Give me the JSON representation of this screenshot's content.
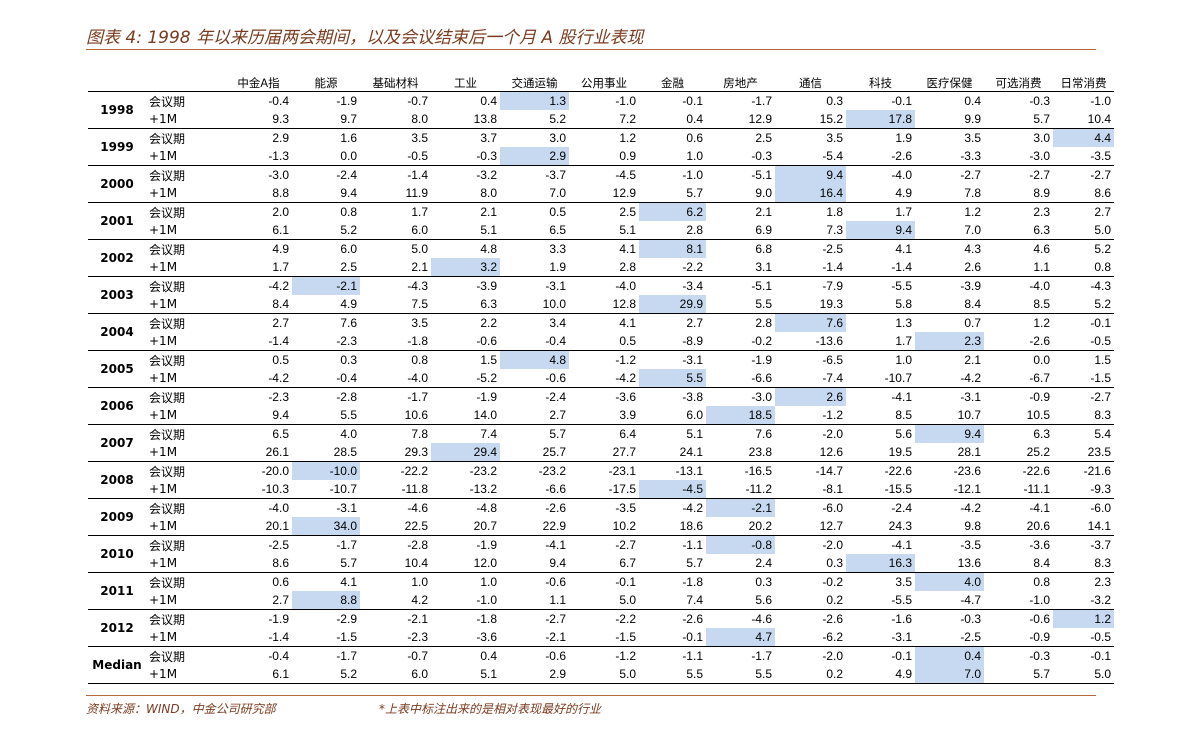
{
  "title": "图表 4: 1998 年以来历届两会期间，以及会议结束后一个月 A 股行业表现",
  "columns": [
    "中金A指",
    "能源",
    "基础材料",
    "工业",
    "交通运输",
    "公用事业",
    "金融",
    "房地产",
    "通信",
    "科技",
    "医疗保健",
    "可选消费",
    "日常消费"
  ],
  "highlight_color": "#c6d9f1",
  "rows": [
    {
      "year": "1998",
      "rows": [
        {
          "label": "会议期",
          "values": [
            "-0.4",
            "-1.9",
            "-0.7",
            "0.4",
            "1.3",
            "-1.0",
            "-0.1",
            "-1.7",
            "0.3",
            "-0.1",
            "0.4",
            "-0.3",
            "-1.0"
          ],
          "hl": 4
        },
        {
          "label": "+1M",
          "values": [
            "9.3",
            "9.7",
            "8.0",
            "13.8",
            "5.2",
            "7.2",
            "0.4",
            "12.9",
            "15.2",
            "17.8",
            "9.9",
            "5.7",
            "10.4"
          ],
          "hl": 9
        }
      ]
    },
    {
      "year": "1999",
      "rows": [
        {
          "label": "会议期",
          "values": [
            "2.9",
            "1.6",
            "3.5",
            "3.7",
            "3.0",
            "1.2",
            "0.6",
            "2.5",
            "3.5",
            "1.9",
            "3.5",
            "3.0",
            "4.4"
          ],
          "hl": 12
        },
        {
          "label": "+1M",
          "values": [
            "-1.3",
            "0.0",
            "-0.5",
            "-0.3",
            "2.9",
            "0.9",
            "1.0",
            "-0.3",
            "-5.4",
            "-2.6",
            "-3.3",
            "-3.0",
            "-3.5"
          ],
          "hl": 4
        }
      ]
    },
    {
      "year": "2000",
      "rows": [
        {
          "label": "会议期",
          "values": [
            "-3.0",
            "-2.4",
            "-1.4",
            "-3.2",
            "-3.7",
            "-4.5",
            "-1.0",
            "-5.1",
            "9.4",
            "-4.0",
            "-2.7",
            "-2.7",
            "-2.7"
          ],
          "hl": 8
        },
        {
          "label": "+1M",
          "values": [
            "8.8",
            "9.4",
            "11.9",
            "8.0",
            "7.0",
            "12.9",
            "5.7",
            "9.0",
            "16.4",
            "4.9",
            "7.8",
            "8.9",
            "8.6"
          ],
          "hl": 8
        }
      ]
    },
    {
      "year": "2001",
      "rows": [
        {
          "label": "会议期",
          "values": [
            "2.0",
            "0.8",
            "1.7",
            "2.1",
            "0.5",
            "2.5",
            "6.2",
            "2.1",
            "1.8",
            "1.7",
            "1.2",
            "2.3",
            "2.7"
          ],
          "hl": 6
        },
        {
          "label": "+1M",
          "values": [
            "6.1",
            "5.2",
            "6.0",
            "5.1",
            "6.5",
            "5.1",
            "2.8",
            "6.9",
            "7.3",
            "9.4",
            "7.0",
            "6.3",
            "5.0"
          ],
          "hl": 9
        }
      ]
    },
    {
      "year": "2002",
      "rows": [
        {
          "label": "会议期",
          "values": [
            "4.9",
            "6.0",
            "5.0",
            "4.8",
            "3.3",
            "4.1",
            "8.1",
            "6.8",
            "-2.5",
            "4.1",
            "4.3",
            "4.6",
            "5.2"
          ],
          "hl": 6
        },
        {
          "label": "+1M",
          "values": [
            "1.7",
            "2.5",
            "2.1",
            "3.2",
            "1.9",
            "2.8",
            "-2.2",
            "3.1",
            "-1.4",
            "-1.4",
            "2.6",
            "1.1",
            "0.8"
          ],
          "hl": 3
        }
      ]
    },
    {
      "year": "2003",
      "rows": [
        {
          "label": "会议期",
          "values": [
            "-4.2",
            "-2.1",
            "-4.3",
            "-3.9",
            "-3.1",
            "-4.0",
            "-3.4",
            "-5.1",
            "-7.9",
            "-5.5",
            "-3.9",
            "-4.0",
            "-4.3"
          ],
          "hl": 1
        },
        {
          "label": "+1M",
          "values": [
            "8.4",
            "4.9",
            "7.5",
            "6.3",
            "10.0",
            "12.8",
            "29.9",
            "5.5",
            "19.3",
            "5.8",
            "8.4",
            "8.5",
            "5.2"
          ],
          "hl": 6
        }
      ]
    },
    {
      "year": "2004",
      "rows": [
        {
          "label": "会议期",
          "values": [
            "2.7",
            "7.6",
            "3.5",
            "2.2",
            "3.4",
            "4.1",
            "2.7",
            "2.8",
            "7.6",
            "1.3",
            "0.7",
            "1.2",
            "-0.1"
          ],
          "hl": 8
        },
        {
          "label": "+1M",
          "values": [
            "-1.4",
            "-2.3",
            "-1.8",
            "-0.6",
            "-0.4",
            "0.5",
            "-8.9",
            "-0.2",
            "-13.6",
            "1.7",
            "2.3",
            "-2.6",
            "-0.5"
          ],
          "hl": 10
        }
      ]
    },
    {
      "year": "2005",
      "rows": [
        {
          "label": "会议期",
          "values": [
            "0.5",
            "0.3",
            "0.8",
            "1.5",
            "4.8",
            "-1.2",
            "-3.1",
            "-1.9",
            "-6.5",
            "1.0",
            "2.1",
            "0.0",
            "1.5"
          ],
          "hl": 4
        },
        {
          "label": "+1M",
          "values": [
            "-4.2",
            "-0.4",
            "-4.0",
            "-5.2",
            "-0.6",
            "-4.2",
            "5.5",
            "-6.6",
            "-7.4",
            "-10.7",
            "-4.2",
            "-6.7",
            "-1.5"
          ],
          "hl": 6
        }
      ]
    },
    {
      "year": "2006",
      "rows": [
        {
          "label": "会议期",
          "values": [
            "-2.3",
            "-2.8",
            "-1.7",
            "-1.9",
            "-2.4",
            "-3.6",
            "-3.8",
            "-3.0",
            "2.6",
            "-4.1",
            "-3.1",
            "-0.9",
            "-2.7"
          ],
          "hl": 8
        },
        {
          "label": "+1M",
          "values": [
            "9.4",
            "5.5",
            "10.6",
            "14.0",
            "2.7",
            "3.9",
            "6.0",
            "18.5",
            "-1.2",
            "8.5",
            "10.7",
            "10.5",
            "8.3"
          ],
          "hl": 7
        }
      ]
    },
    {
      "year": "2007",
      "rows": [
        {
          "label": "会议期",
          "values": [
            "6.5",
            "4.0",
            "7.8",
            "7.4",
            "5.7",
            "6.4",
            "5.1",
            "7.6",
            "-2.0",
            "5.6",
            "9.4",
            "6.3",
            "5.4"
          ],
          "hl": 10
        },
        {
          "label": "+1M",
          "values": [
            "26.1",
            "28.5",
            "29.3",
            "29.4",
            "25.7",
            "27.7",
            "24.1",
            "23.8",
            "12.6",
            "19.5",
            "28.1",
            "25.2",
            "23.5"
          ],
          "hl": 3
        }
      ]
    },
    {
      "year": "2008",
      "rows": [
        {
          "label": "会议期",
          "values": [
            "-20.0",
            "-10.0",
            "-22.2",
            "-23.2",
            "-23.2",
            "-23.1",
            "-13.1",
            "-16.5",
            "-14.7",
            "-22.6",
            "-23.6",
            "-22.6",
            "-21.6"
          ],
          "hl": 1
        },
        {
          "label": "+1M",
          "values": [
            "-10.3",
            "-10.7",
            "-11.8",
            "-13.2",
            "-6.6",
            "-17.5",
            "-4.5",
            "-11.2",
            "-8.1",
            "-15.5",
            "-12.1",
            "-11.1",
            "-9.3"
          ],
          "hl": 6
        }
      ]
    },
    {
      "year": "2009",
      "rows": [
        {
          "label": "会议期",
          "values": [
            "-4.0",
            "-3.1",
            "-4.6",
            "-4.8",
            "-2.6",
            "-3.5",
            "-4.2",
            "-2.1",
            "-6.0",
            "-2.4",
            "-4.2",
            "-4.1",
            "-6.0"
          ],
          "hl": 7
        },
        {
          "label": "+1M",
          "values": [
            "20.1",
            "34.0",
            "22.5",
            "20.7",
            "22.9",
            "10.2",
            "18.6",
            "20.2",
            "12.7",
            "24.3",
            "9.8",
            "20.6",
            "14.1"
          ],
          "hl": 1
        }
      ]
    },
    {
      "year": "2010",
      "rows": [
        {
          "label": "会议期",
          "values": [
            "-2.5",
            "-1.7",
            "-2.8",
            "-1.9",
            "-4.1",
            "-2.7",
            "-1.1",
            "-0.8",
            "-2.0",
            "-4.1",
            "-3.5",
            "-3.6",
            "-3.7"
          ],
          "hl": 7
        },
        {
          "label": "+1M",
          "values": [
            "8.6",
            "5.7",
            "10.4",
            "12.0",
            "9.4",
            "6.7",
            "5.7",
            "2.4",
            "0.3",
            "16.3",
            "13.6",
            "8.4",
            "8.3"
          ],
          "hl": 9
        }
      ]
    },
    {
      "year": "2011",
      "rows": [
        {
          "label": "会议期",
          "values": [
            "0.6",
            "4.1",
            "1.0",
            "1.0",
            "-0.6",
            "-0.1",
            "-1.8",
            "0.3",
            "-0.2",
            "3.5",
            "4.0",
            "0.8",
            "2.3"
          ],
          "hl": 10
        },
        {
          "label": "+1M",
          "values": [
            "2.7",
            "8.8",
            "4.2",
            "-1.0",
            "1.1",
            "5.0",
            "7.4",
            "5.6",
            "0.2",
            "-5.5",
            "-4.7",
            "-1.0",
            "-3.2"
          ],
          "hl": 1
        }
      ]
    },
    {
      "year": "2012",
      "rows": [
        {
          "label": "会议期",
          "values": [
            "-1.9",
            "-2.9",
            "-2.1",
            "-1.8",
            "-2.7",
            "-2.2",
            "-2.6",
            "-4.6",
            "-2.6",
            "-1.6",
            "-0.3",
            "-0.6",
            "1.2"
          ],
          "hl": 12
        },
        {
          "label": "+1M",
          "values": [
            "-1.4",
            "-1.5",
            "-2.3",
            "-3.6",
            "-2.1",
            "-1.5",
            "-0.1",
            "4.7",
            "-6.2",
            "-3.1",
            "-2.5",
            "-0.9",
            "-0.5"
          ],
          "hl": 7
        }
      ]
    },
    {
      "year": "Median",
      "rows": [
        {
          "label": "会议期",
          "values": [
            "-0.4",
            "-1.7",
            "-0.7",
            "0.4",
            "-0.6",
            "-1.2",
            "-1.1",
            "-1.7",
            "-2.0",
            "-0.1",
            "0.4",
            "-0.3",
            "-0.1"
          ],
          "hl": 10
        },
        {
          "label": "+1M",
          "values": [
            "6.1",
            "5.2",
            "6.0",
            "5.1",
            "2.9",
            "5.0",
            "5.5",
            "5.5",
            "0.2",
            "4.9",
            "7.0",
            "5.7",
            "5.0"
          ],
          "hl": 10
        }
      ]
    }
  ],
  "footer": {
    "source": "资料来源：WIND，中金公司研究部",
    "note": "*上表中标注出来的是相对表现最好的行业"
  }
}
